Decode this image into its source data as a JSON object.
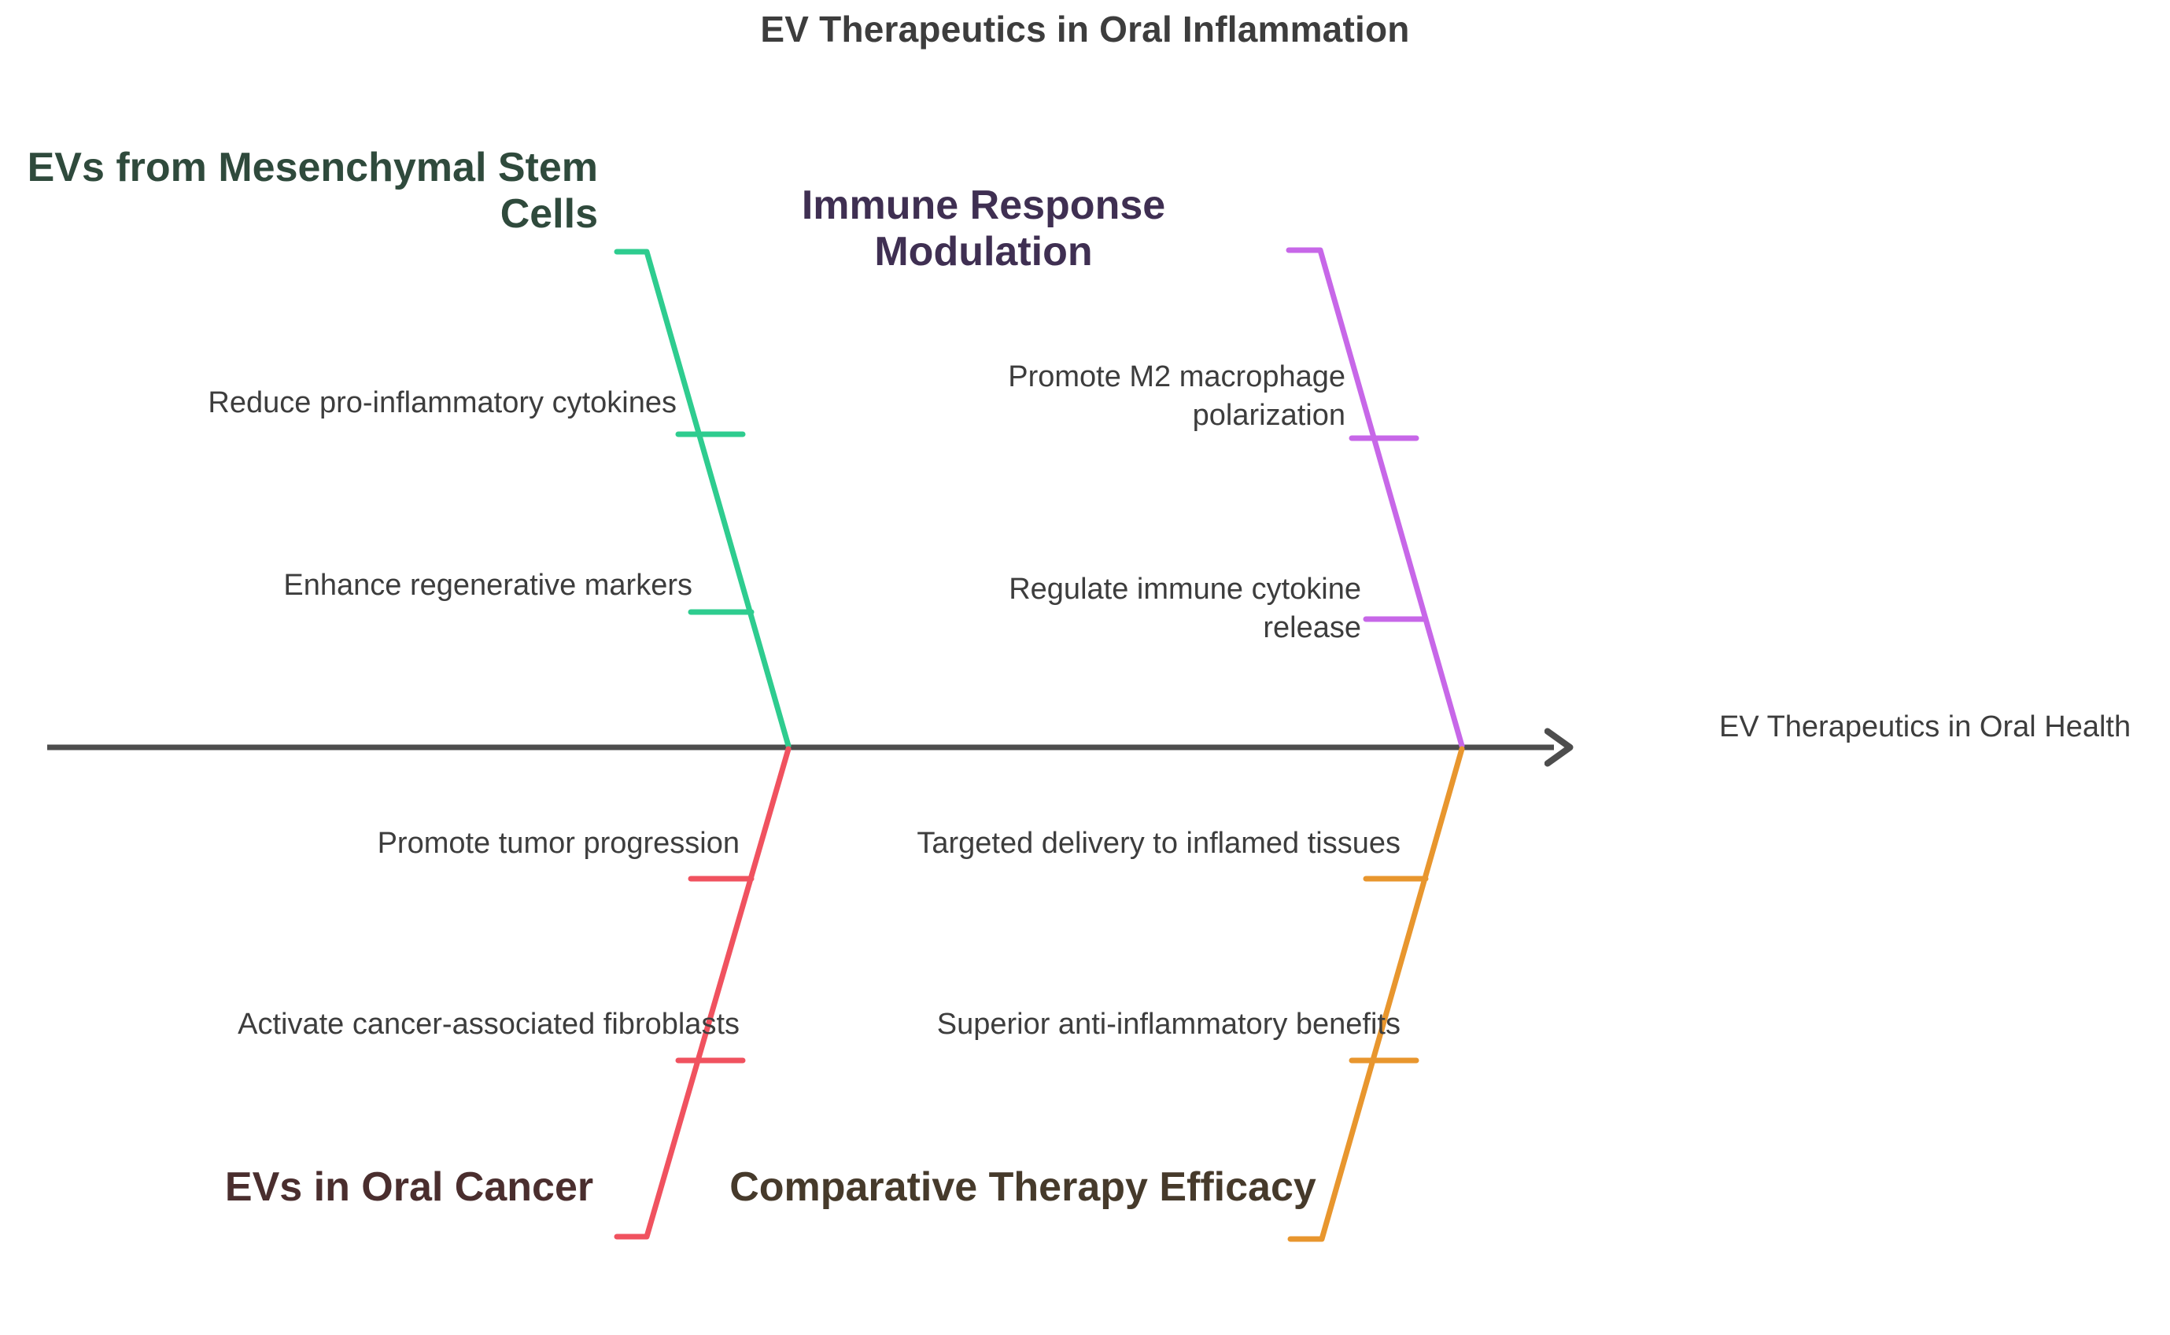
{
  "diagram": {
    "type": "fishbone",
    "title": "EV Therapeutics in Oral Inflammation",
    "effect": "EV Therapeutics in Oral Health",
    "spine_color": "#4d4d4d",
    "text_color": "#3d3d3d",
    "background": "#ffffff",
    "categories": [
      {
        "id": "ev-msc",
        "position": "top-left",
        "label": "EVs from Mesenchymal Stem Cells",
        "color": "#2ecc8f",
        "label_color": "#2f4a3c",
        "causes": [
          "Reduce pro-inflammatory cytokines",
          "Enhance regenerative markers"
        ]
      },
      {
        "id": "immune-response",
        "position": "top-right",
        "label": "Immune Response Modulation",
        "color": "#c767e8",
        "label_color": "#3f2f52",
        "causes": [
          "Promote M2 macrophage polarization",
          "Regulate immune cytokine release"
        ]
      },
      {
        "id": "ev-oral-cancer",
        "position": "bottom-left",
        "label": "EVs in Oral Cancer",
        "color": "#f0525f",
        "label_color": "#4a2e2e",
        "causes": [
          "Promote tumor progression",
          "Activate cancer-associated fibroblasts"
        ]
      },
      {
        "id": "comparative-efficacy",
        "position": "bottom-right",
        "label": "Comparative Therapy Efficacy",
        "color": "#e8962e",
        "label_color": "#463a2b",
        "causes": [
          "Targeted delivery to inflamed tissues",
          "Superior anti-inflammatory benefits"
        ]
      }
    ]
  },
  "chart_data": {
    "type": "diagram",
    "title": "EV Therapeutics in Oral Inflammation",
    "subtype": "fishbone-ishikawa",
    "effect": "EV Therapeutics in Oral Health",
    "branches": [
      {
        "name": "EVs from Mesenchymal Stem Cells",
        "quadrant": "top-left",
        "color": "#2ecc8f",
        "items": [
          "Reduce pro-inflammatory cytokines",
          "Enhance regenerative markers"
        ]
      },
      {
        "name": "Immune Response Modulation",
        "quadrant": "top-right",
        "color": "#c767e8",
        "items": [
          "Promote M2 macrophage polarization",
          "Regulate immune cytokine release"
        ]
      },
      {
        "name": "EVs in Oral Cancer",
        "quadrant": "bottom-left",
        "color": "#f0525f",
        "items": [
          "Promote tumor progression",
          "Activate cancer-associated fibroblasts"
        ]
      },
      {
        "name": "Comparative Therapy Efficacy",
        "quadrant": "bottom-right",
        "color": "#e8962e",
        "items": [
          "Targeted delivery to inflamed tissues",
          "Superior anti-inflammatory benefits"
        ]
      }
    ],
    "legend": "none",
    "grid": false
  }
}
